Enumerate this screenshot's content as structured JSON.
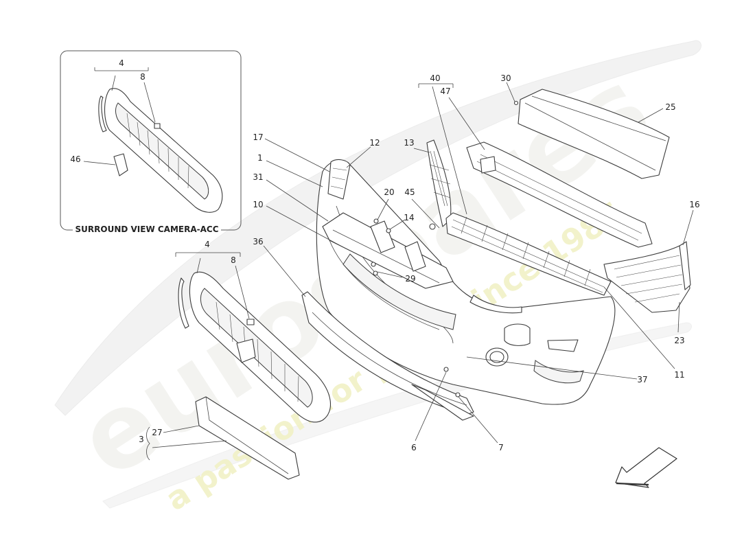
{
  "inset": {
    "title": "SURROUND VIEW CAMERA-ACC"
  },
  "watermark": {
    "brand": "eurospares",
    "slogan": "a passion for parts since 1985"
  },
  "callouts": {
    "c1": "1",
    "c3": "3",
    "c4a": "4",
    "c4b": "4",
    "c6": "6",
    "c7": "7",
    "c8a": "8",
    "c8b": "8",
    "c10": "10",
    "c11": "11",
    "c12": "12",
    "c13": "13",
    "c14": "14",
    "c16": "16",
    "c17": "17",
    "c20": "20",
    "c23": "23",
    "c25": "25",
    "c27": "27",
    "c29": "29",
    "c30": "30",
    "c31": "31",
    "c36": "36",
    "c37": "37",
    "c40": "40",
    "c45": "45",
    "c46": "46",
    "c47": "47"
  },
  "colors": {
    "line": "#3a3a3a",
    "watermark": "#e9e9e9",
    "slogan": "#f1f1c6"
  },
  "icons": {
    "direction": "arrow-down-left-icon"
  }
}
